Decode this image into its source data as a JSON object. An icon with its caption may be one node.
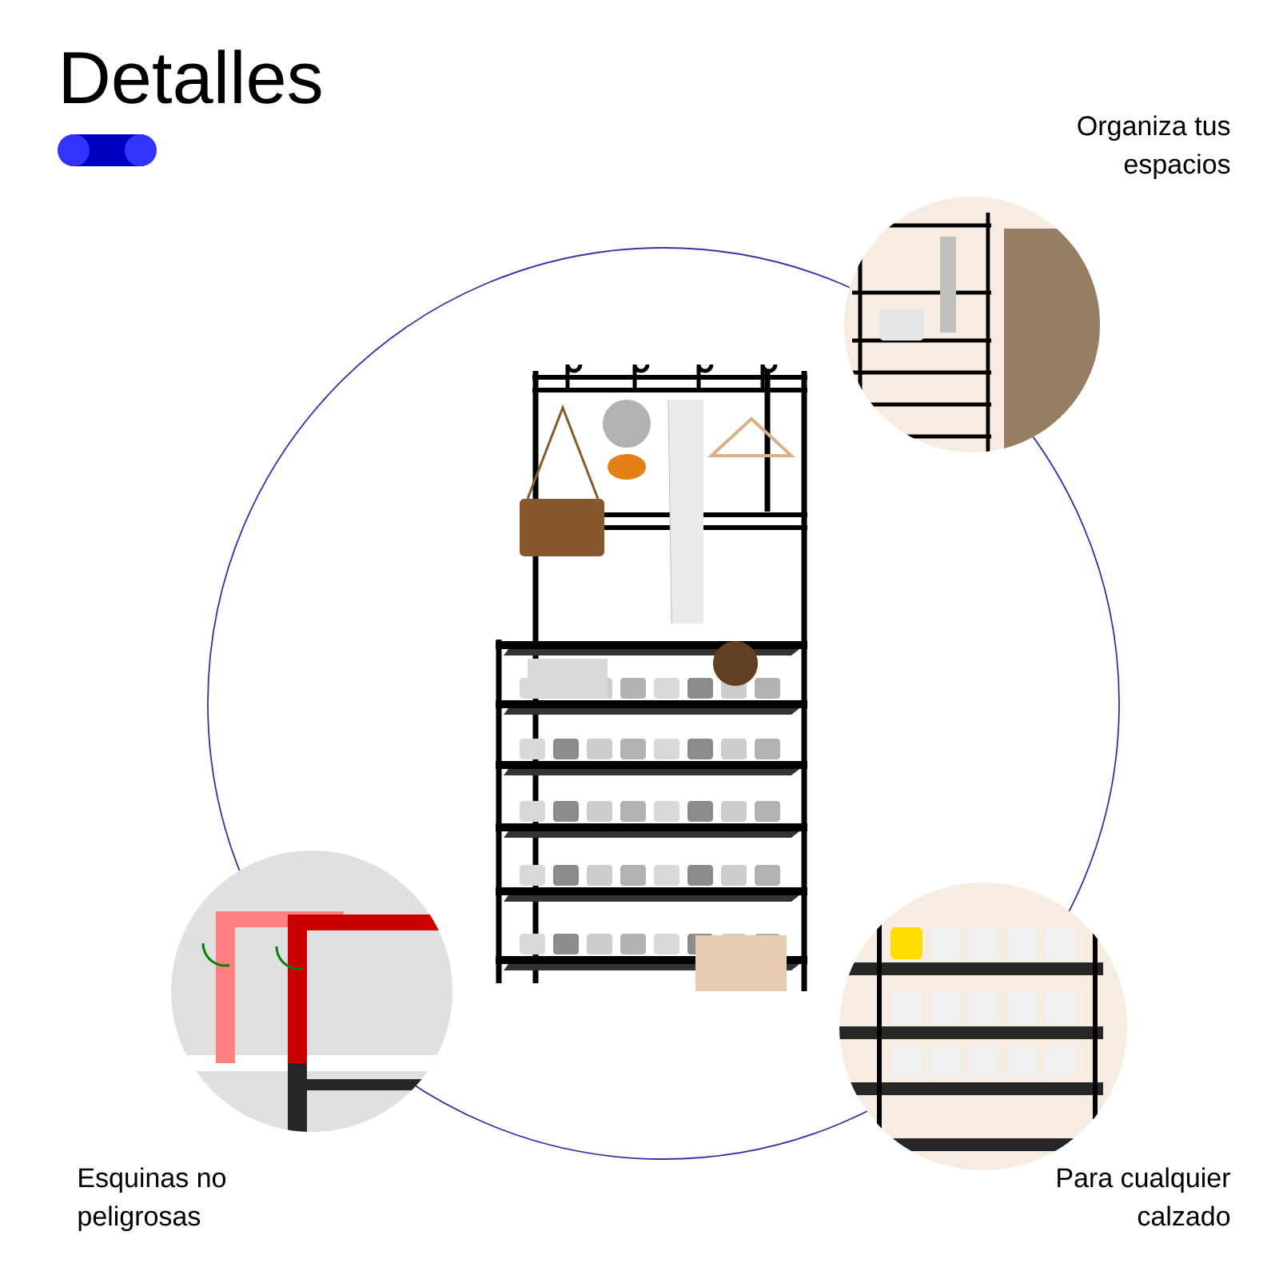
{
  "diagram": {
    "title": "Detalles",
    "nodes": [
      {
        "text": [],
        "shape": "circle"
      },
      {
        "text": [],
        "shape": "picture",
        "in": 0
      },
      {
        "text": [],
        "shape": "picture",
        "beside": [
          "Organiza tus espacios"
        ]
      },
      {
        "text": [],
        "shape": "picture",
        "beside": [
          "Esquinas no peligrosas"
        ]
      },
      {
        "text": [],
        "shape": "picture",
        "beside": [
          "Para cualquier calzado"
        ]
      }
    ]
  }
}
